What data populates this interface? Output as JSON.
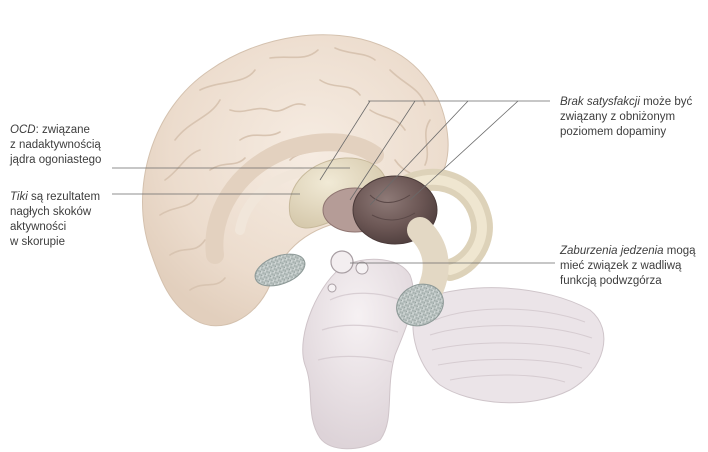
{
  "labels": {
    "ocd": {
      "term": "OCD",
      "line1_rest": ": związane",
      "line2": "z nadaktywnością",
      "line3": "jądra ogoniastego"
    },
    "tics": {
      "term": "Tiki",
      "line1_rest": " są rezultatem",
      "line2": "nagłych skoków",
      "line3": "aktywności",
      "line4": "w skorupie"
    },
    "satisfaction": {
      "term": "Brak satysfakcji",
      "line1_rest": " może być",
      "line2": "związany z obniżonym",
      "line3": "poziomem dopaminy"
    },
    "eating": {
      "term": "Zaburzenia jedzenia",
      "line1_rest": " mogą",
      "line2": "mieć związek z wadliwą",
      "line3": "funkcją podwzgórza"
    }
  },
  "colors": {
    "cortex": "#efe3d6",
    "cortex_folds": "#d9c6b3",
    "caudate": "#e6dcc4",
    "thalamus": "#6e5a58",
    "putamen": "#b39a95",
    "olfactory": "#c9d0cf",
    "brainstem": "#ece6ea",
    "cerebellum": "#e9e2e6",
    "leader_line": "#6a6a6a"
  }
}
